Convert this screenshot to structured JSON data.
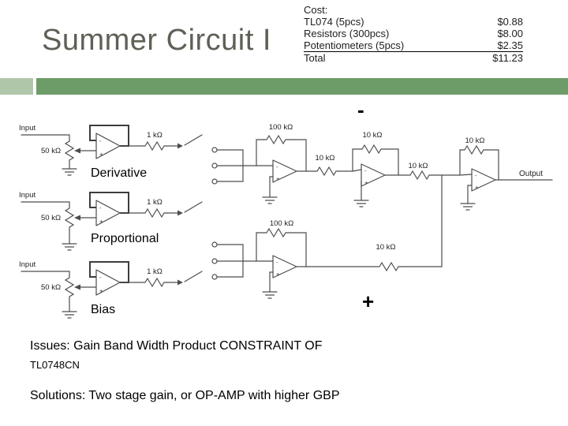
{
  "slide": {
    "title": "Summer Circuit I",
    "cost_table": {
      "header": "Cost:",
      "rows": [
        {
          "item": "TL074  (5pcs)",
          "price": "$0.88"
        },
        {
          "item": "Resistors (300pcs)",
          "price": "$8.00"
        },
        {
          "item": "Potentiometers (5pcs)",
          "price": "$2.35"
        },
        {
          "item": "Total",
          "price": "$11.23"
        }
      ]
    },
    "issues_line1": "Issues: Gain Band Width Product CONSTRAINT OF",
    "issues_line2": "TL0748CN",
    "solutions": "Solutions: Two stage gain, or OP-AMP with higher GBP"
  },
  "circuit": {
    "blocks": [
      {
        "input": "Input",
        "pot": "50 kΩ",
        "series": "1 kΩ",
        "name": "Derivative"
      },
      {
        "input": "Input",
        "pot": "50 kΩ",
        "series": "1 kΩ",
        "name": "Proportional"
      },
      {
        "input": "Input",
        "pot": "50 kΩ",
        "series": "1 kΩ",
        "name": "Bias"
      }
    ],
    "top_sum": {
      "feedback": "100 kΩ",
      "series": "10 kΩ"
    },
    "amp2": {
      "feedback": "10 kΩ",
      "series": "10 kΩ"
    },
    "final_amp": {
      "feedback": "10 kΩ",
      "output": "Output"
    },
    "bottom_sum": {
      "feedback": "100 kΩ",
      "series": "10 kΩ"
    },
    "minus_sign": "-",
    "plus_sign": "+",
    "opamp_minus": "-",
    "opamp_plus": "+"
  },
  "colors": {
    "accent_light": "#b0c6a8",
    "accent_dark": "#6e9c69",
    "title_gray": "#5d6156"
  }
}
